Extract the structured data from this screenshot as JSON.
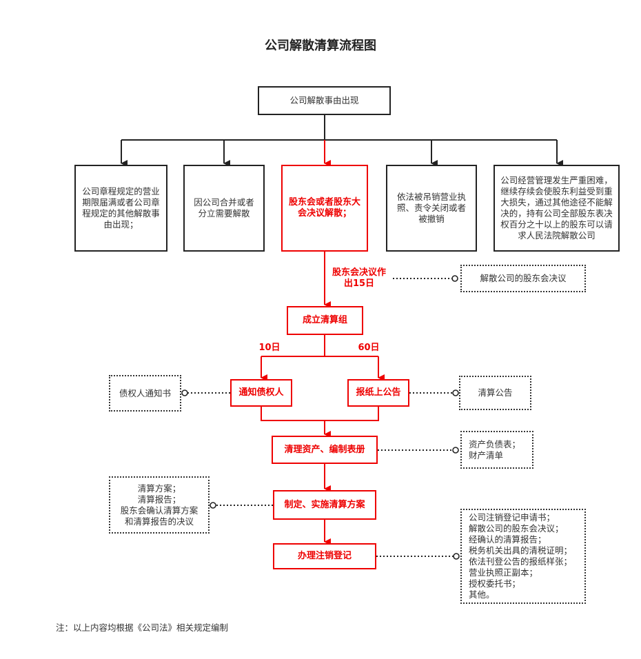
{
  "title": "公司解散清算流程图",
  "nodes": {
    "start": "公司解散事由出现",
    "reason1": "公司章程规定的营业期限届满或者公司章程规定的其他解散事由出现；",
    "reason2": "因公司合并或者分立需要解散",
    "reason3": "股东会或者股东大会决议解散；",
    "reason4": "依法被吊销营业执照、责令关闭或者被撤销",
    "reason5": "公司经营管理发生严重困难，继续存续会使股东利益受到重大损失，通过其他途径不能解决的，持有公司全部股东表决权百分之十以上的股东可以请求人民法院解散公司",
    "form_group": "成立清算组",
    "notify_creditors": "通知债权人",
    "newspaper": "报纸上公告",
    "clear_assets": "清理资产、编制表册",
    "plan": "制定、实施清算方案",
    "deregister": "办理注销登记"
  },
  "labels": {
    "within15": "股东会决议作出15日",
    "days10": "10日",
    "days60": "60日"
  },
  "docs": {
    "resolution": "解散公司的股东会决议",
    "creditor_notice": "债权人通知书",
    "liquidation_notice": "清算公告",
    "balance": "资产负债表；\n财产清单",
    "plan_docs": "清算方案；\n清算报告；\n股东会确认清算方案\n和清算报告的决议",
    "dereg_docs": "公司注销登记申请书；\n解散公司的股东会决议；\n经确认的清算报告；\n税务机关出具的清税证明；\n依法刊登公告的报纸样张；\n营业执照正副本；\n授权委托书；\n其他。"
  },
  "note": "注：以上内容均根据《公司法》相关规定编制",
  "colors": {
    "highlight": "#e00000",
    "line": "#222222"
  }
}
